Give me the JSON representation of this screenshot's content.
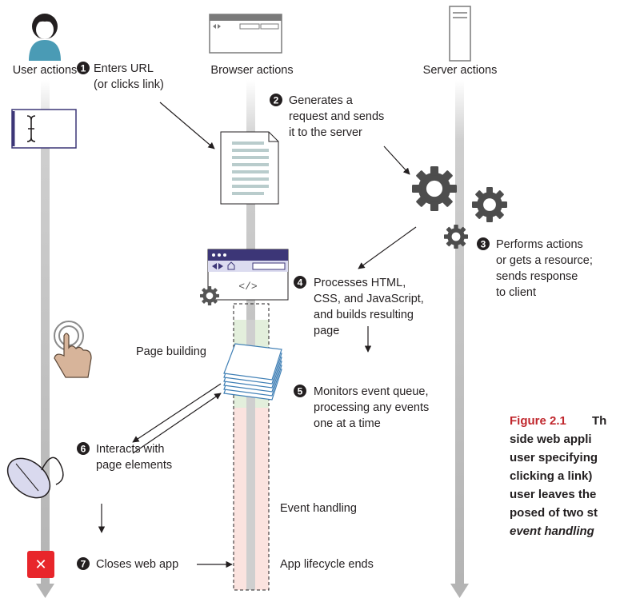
{
  "columns": {
    "user": "User actions",
    "browser": "Browser actions",
    "server": "Server actions"
  },
  "steps": [
    {
      "num": "1",
      "lines": [
        "Enters URL",
        "(or clicks link)"
      ]
    },
    {
      "num": "2",
      "lines": [
        "Generates a",
        "request and sends",
        "it to the server"
      ]
    },
    {
      "num": "3",
      "lines": [
        "Performs actions",
        "or gets a resource;",
        "sends response",
        "to client"
      ]
    },
    {
      "num": "4",
      "lines": [
        "Processes HTML,",
        "CSS, and JavaScript,",
        "and builds resulting",
        "page"
      ]
    },
    {
      "num": "5",
      "lines": [
        "Monitors event queue,",
        "processing any events",
        "one at a time"
      ]
    },
    {
      "num": "6",
      "lines": [
        "Interacts with",
        "page elements"
      ]
    },
    {
      "num": "7",
      "lines": [
        "Closes web app"
      ]
    }
  ],
  "phases": {
    "page_building": "Page building",
    "event_handling": "Event handling",
    "lifecycle_end": "App lifecycle ends"
  },
  "code_symbol": "</>",
  "close_symbol": "✕",
  "caption": {
    "label": "Figure 2.1",
    "lines": [
      "Th",
      "side web appli",
      "user specifying",
      "clicking a link)",
      "user leaves the",
      "posed of two st",
      "event handling"
    ]
  },
  "colors": {
    "caption_red": "#c0272d",
    "page_building_green": "#e3efdc",
    "event_handling_pink": "#fbe3df",
    "timeline_gray": "#c8c8c8",
    "doc_lines": "#b9cccc",
    "gear": "#4d4d4d",
    "close_red": "#e8262b"
  }
}
